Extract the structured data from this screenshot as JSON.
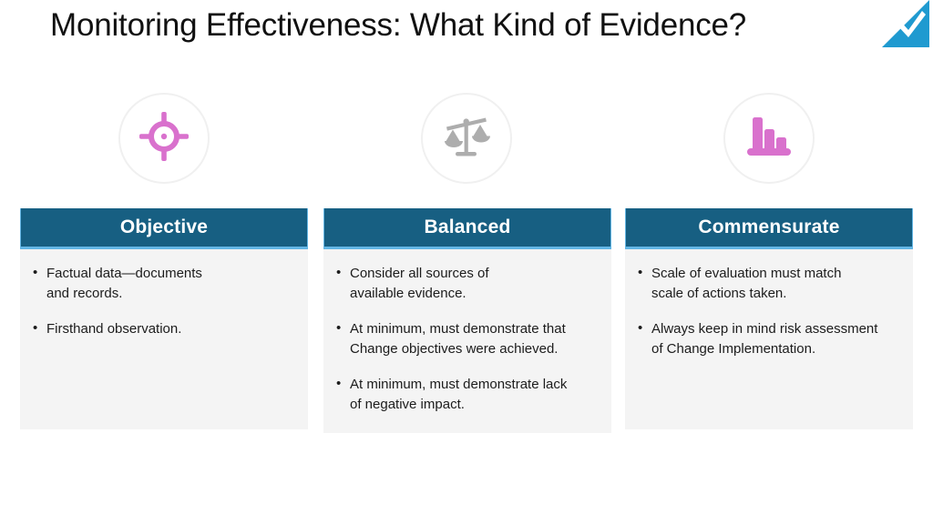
{
  "slide": {
    "title": "Monitoring Effectiveness: What Kind of Evidence?",
    "logo": {
      "name": "checkmark-logo",
      "shape": "triangle-with-check",
      "fill_color": "#1f9ad0",
      "check_color": "#ffffff"
    }
  },
  "colors": {
    "header_bg": "#175f82",
    "header_accent": "#63b6e5",
    "body_bg": "#f4f4f4",
    "icon_pink": "#d971cd",
    "icon_gray": "#adadad",
    "circle_ring": "#f0f0f0",
    "title_text": "#111111",
    "bullet_text": "#1c1c1c"
  },
  "columns": [
    {
      "id": "objective",
      "icon": "crosshair-target-icon",
      "icon_color": "#d971cd",
      "header": "Objective",
      "bullets": [
        "Factual data—documents\nand records.",
        "Firsthand observation."
      ]
    },
    {
      "id": "balanced",
      "icon": "balance-scales-icon",
      "icon_color": "#adadad",
      "header": "Balanced",
      "bullets": [
        "Consider all sources of\navailable evidence.",
        "At minimum, must demonstrate that\nChange objectives were achieved.",
        "At minimum, must demonstrate lack\nof negative impact."
      ]
    },
    {
      "id": "commensurate",
      "icon": "bar-chart-icon",
      "icon_color": "#d971cd",
      "header": "Commensurate",
      "bullets": [
        "Scale of evaluation must match\nscale of actions taken.",
        "Always keep in mind risk assessment\nof Change Implementation."
      ]
    }
  ]
}
